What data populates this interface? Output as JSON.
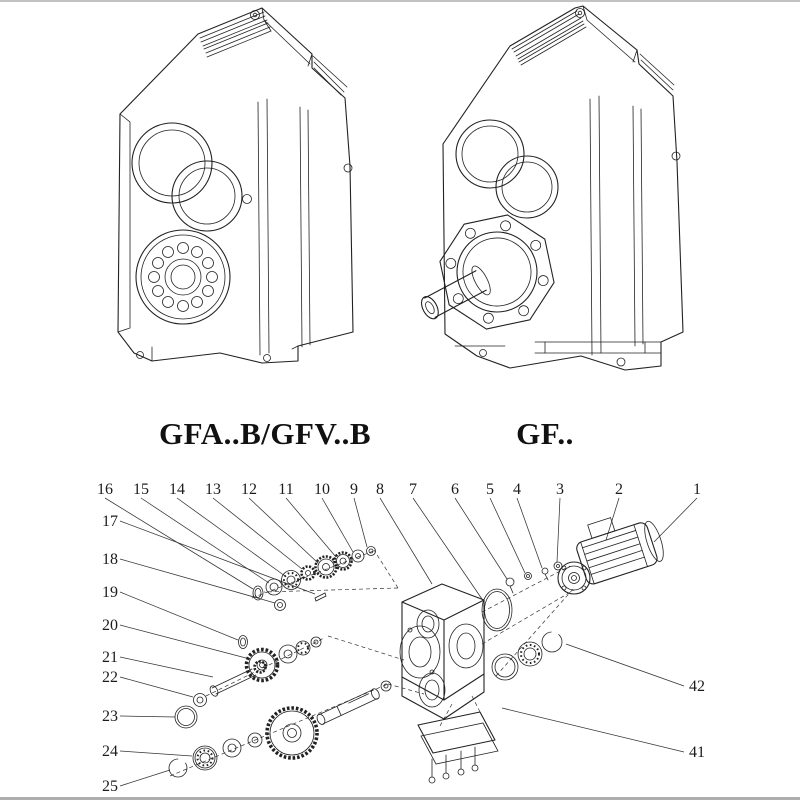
{
  "colors": {
    "line": "#1f1f1f",
    "background": "#ffffff"
  },
  "labels": {
    "left": "GFA..B/GFV..B",
    "right": "GF.."
  },
  "exploded": {
    "top_callouts": [
      "16",
      "15",
      "14",
      "13",
      "12",
      "11",
      "10",
      "9",
      "8",
      "7",
      "6",
      "5",
      "4",
      "3",
      "2",
      "1"
    ],
    "left_callouts": [
      "17",
      "18",
      "19",
      "20",
      "21",
      "22",
      "23",
      "24",
      "25"
    ],
    "right_callouts": [
      "42",
      "41"
    ]
  }
}
